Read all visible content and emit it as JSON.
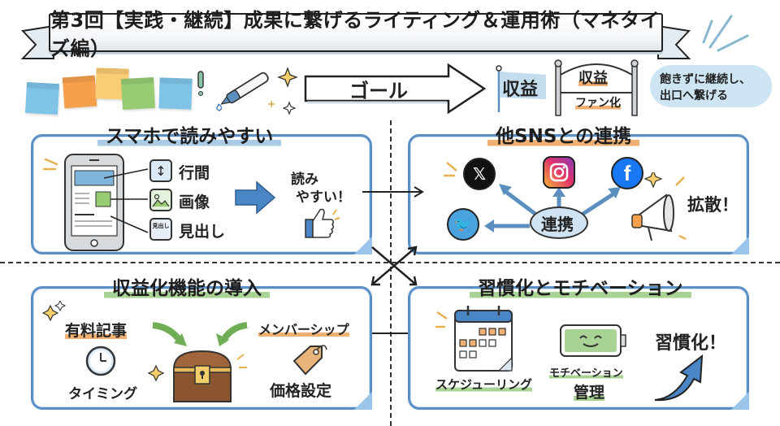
{
  "title": "第3回【実践・継続】成果に繋げるライティング＆運用術（マネタイズ編）",
  "goal": {
    "arrow_label": "ゴール",
    "flag_label": "収益",
    "gate_top": "収益",
    "gate_bottom": "ファン化",
    "bubble_line1": "飽きずに継続し、",
    "bubble_line2": "出口へ繋げる"
  },
  "sticky_notes": {
    "colors": [
      "#7fc4e6",
      "#f5a04c",
      "#f9cd74",
      "#97cc73",
      "#7fc4e6"
    ]
  },
  "sections": {
    "readability": {
      "title": "スマホで読みやすい",
      "items": [
        "行間",
        "画像",
        "見出し"
      ],
      "heading_icon_text": "見出し",
      "result_line1": "読み",
      "result_line2": "やすい！"
    },
    "sns": {
      "title": "他SNSとの連携",
      "hub_label": "連携",
      "networks": [
        "X",
        "Instagram",
        "Facebook",
        "Twitter"
      ],
      "callout": "拡散！"
    },
    "monetize": {
      "title": "収益化機能の導入",
      "paid_article": "有料記事",
      "timing": "タイミング",
      "membership": "メンバーシップ",
      "pricing": "価格設定"
    },
    "habit": {
      "title": "習慣化とモチベーション",
      "scheduling": "スケジューリング",
      "motivation_line1": "モチベーション",
      "motivation_line2": "管理",
      "result": "習慣化！"
    }
  },
  "colors": {
    "panel_border": "#5b8fc4",
    "highlight_blue": "#a9cbe6",
    "highlight_orange": "#f0b071",
    "highlight_green": "#a9d394",
    "arrow_blue": "#4a86c5"
  }
}
